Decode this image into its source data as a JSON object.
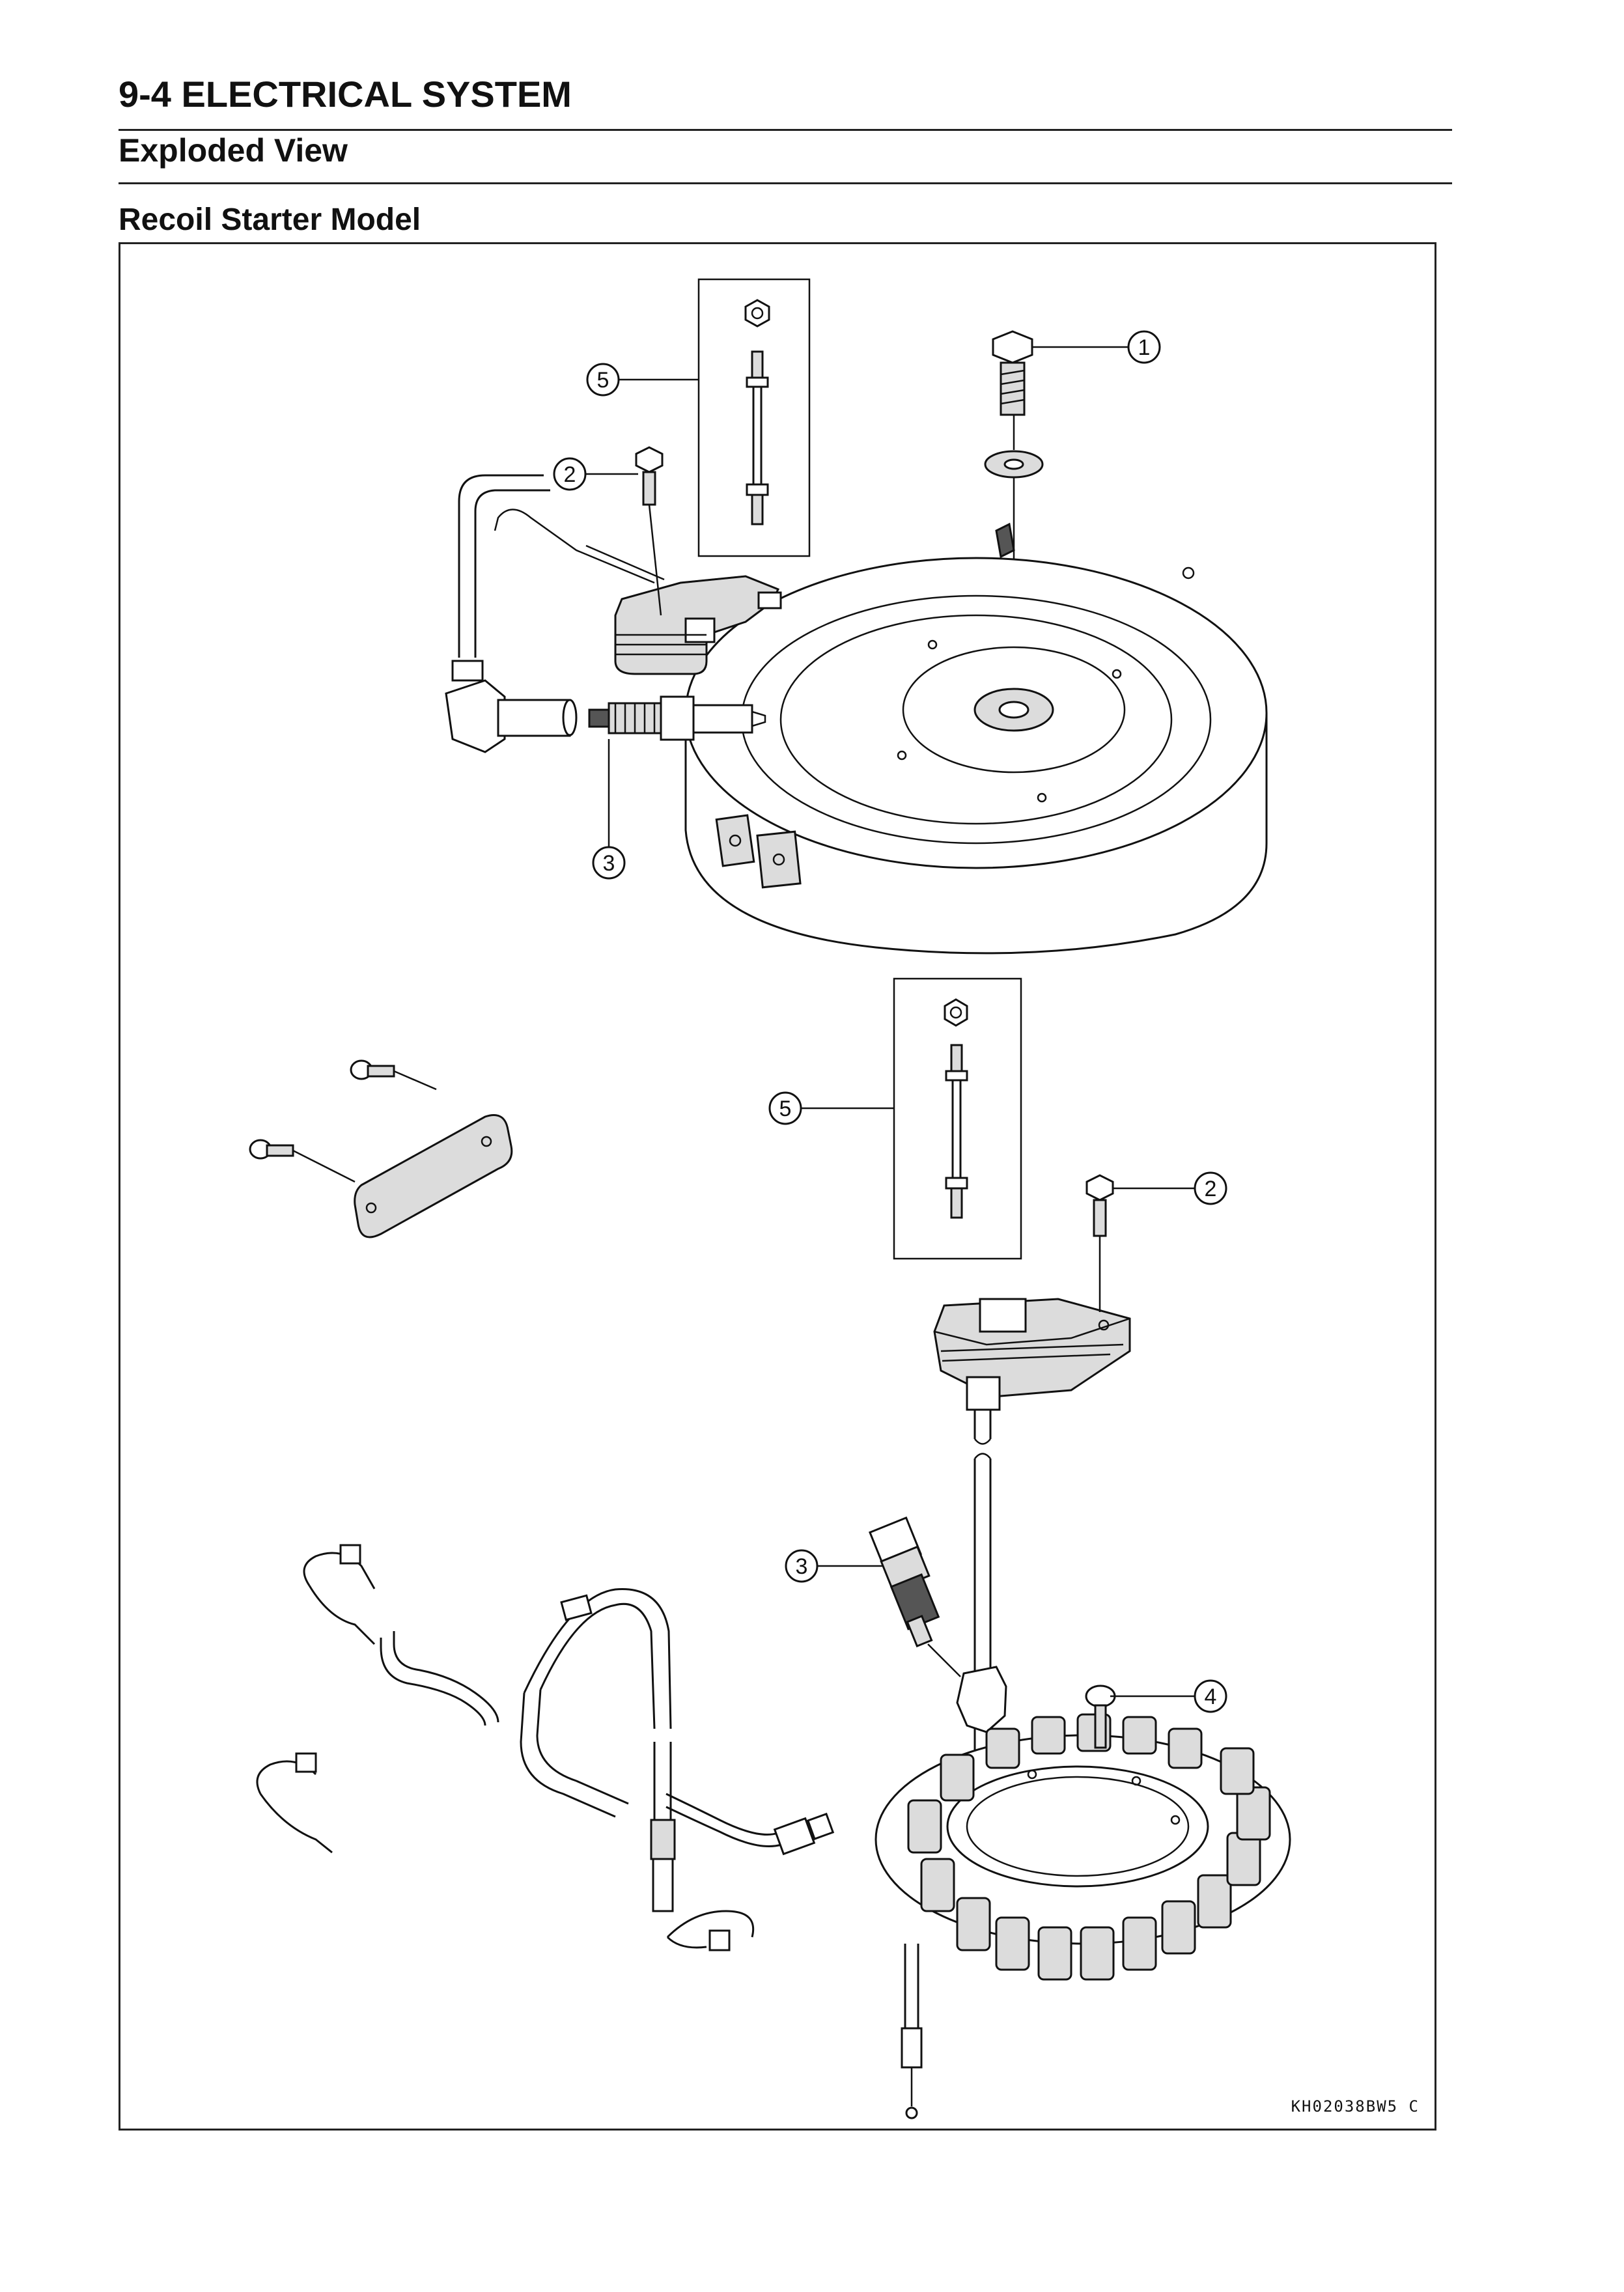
{
  "header": {
    "section_title": "9-4 ELECTRICAL SYSTEM",
    "sub_title": "Exploded View",
    "model_title": "Recoil Starter Model"
  },
  "diagram": {
    "figure_code": "KH02038BW5 C",
    "callouts": [
      {
        "id": "c1",
        "label": "1"
      },
      {
        "id": "c2a",
        "label": "2"
      },
      {
        "id": "c2b",
        "label": "2"
      },
      {
        "id": "c3a",
        "label": "3"
      },
      {
        "id": "c3b",
        "label": "3"
      },
      {
        "id": "c4",
        "label": "4"
      },
      {
        "id": "c5a",
        "label": "5"
      },
      {
        "id": "c5b",
        "label": "5"
      }
    ]
  }
}
